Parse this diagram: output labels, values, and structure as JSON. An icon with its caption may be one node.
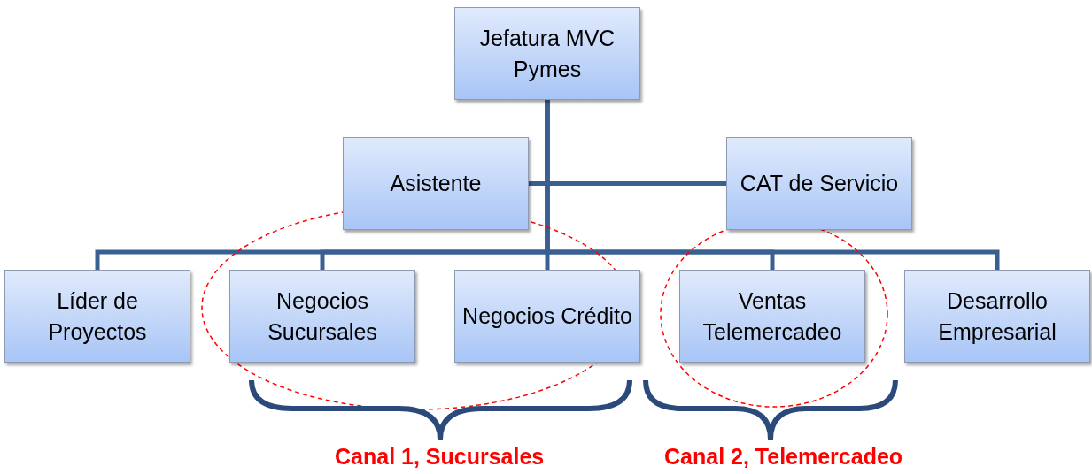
{
  "diagram": {
    "nodes": [
      {
        "text": [
          "Jefatura MVC Pymes"
        ]
      },
      {
        "text": [
          "Asistente"
        ]
      },
      {
        "text": [
          "CAT de Servicio"
        ]
      },
      {
        "text": [
          "Líder de Proyectos"
        ]
      },
      {
        "text": [
          "Negocios Sucursales"
        ]
      },
      {
        "text": [
          "Negocios Crédito"
        ]
      },
      {
        "text": [
          "Ventas Telemercadeo"
        ]
      },
      {
        "text": [
          "Desarrollo Empresarial"
        ]
      }
    ],
    "edges": [
      {
        "from": 0,
        "to": 1,
        "arrow": "none"
      },
      {
        "from": 0,
        "to": 2,
        "arrow": "none"
      },
      {
        "from": 0,
        "to": 3,
        "arrow": "none"
      },
      {
        "from": 0,
        "to": 4,
        "arrow": "none"
      },
      {
        "from": 0,
        "to": 5,
        "arrow": "none"
      },
      {
        "from": 0,
        "to": 6,
        "arrow": "none"
      },
      {
        "from": 0,
        "to": 7,
        "arrow": "none"
      }
    ],
    "labels": [
      "Canal 1, Sucursales",
      "Canal 2, Telemercadeo"
    ]
  }
}
